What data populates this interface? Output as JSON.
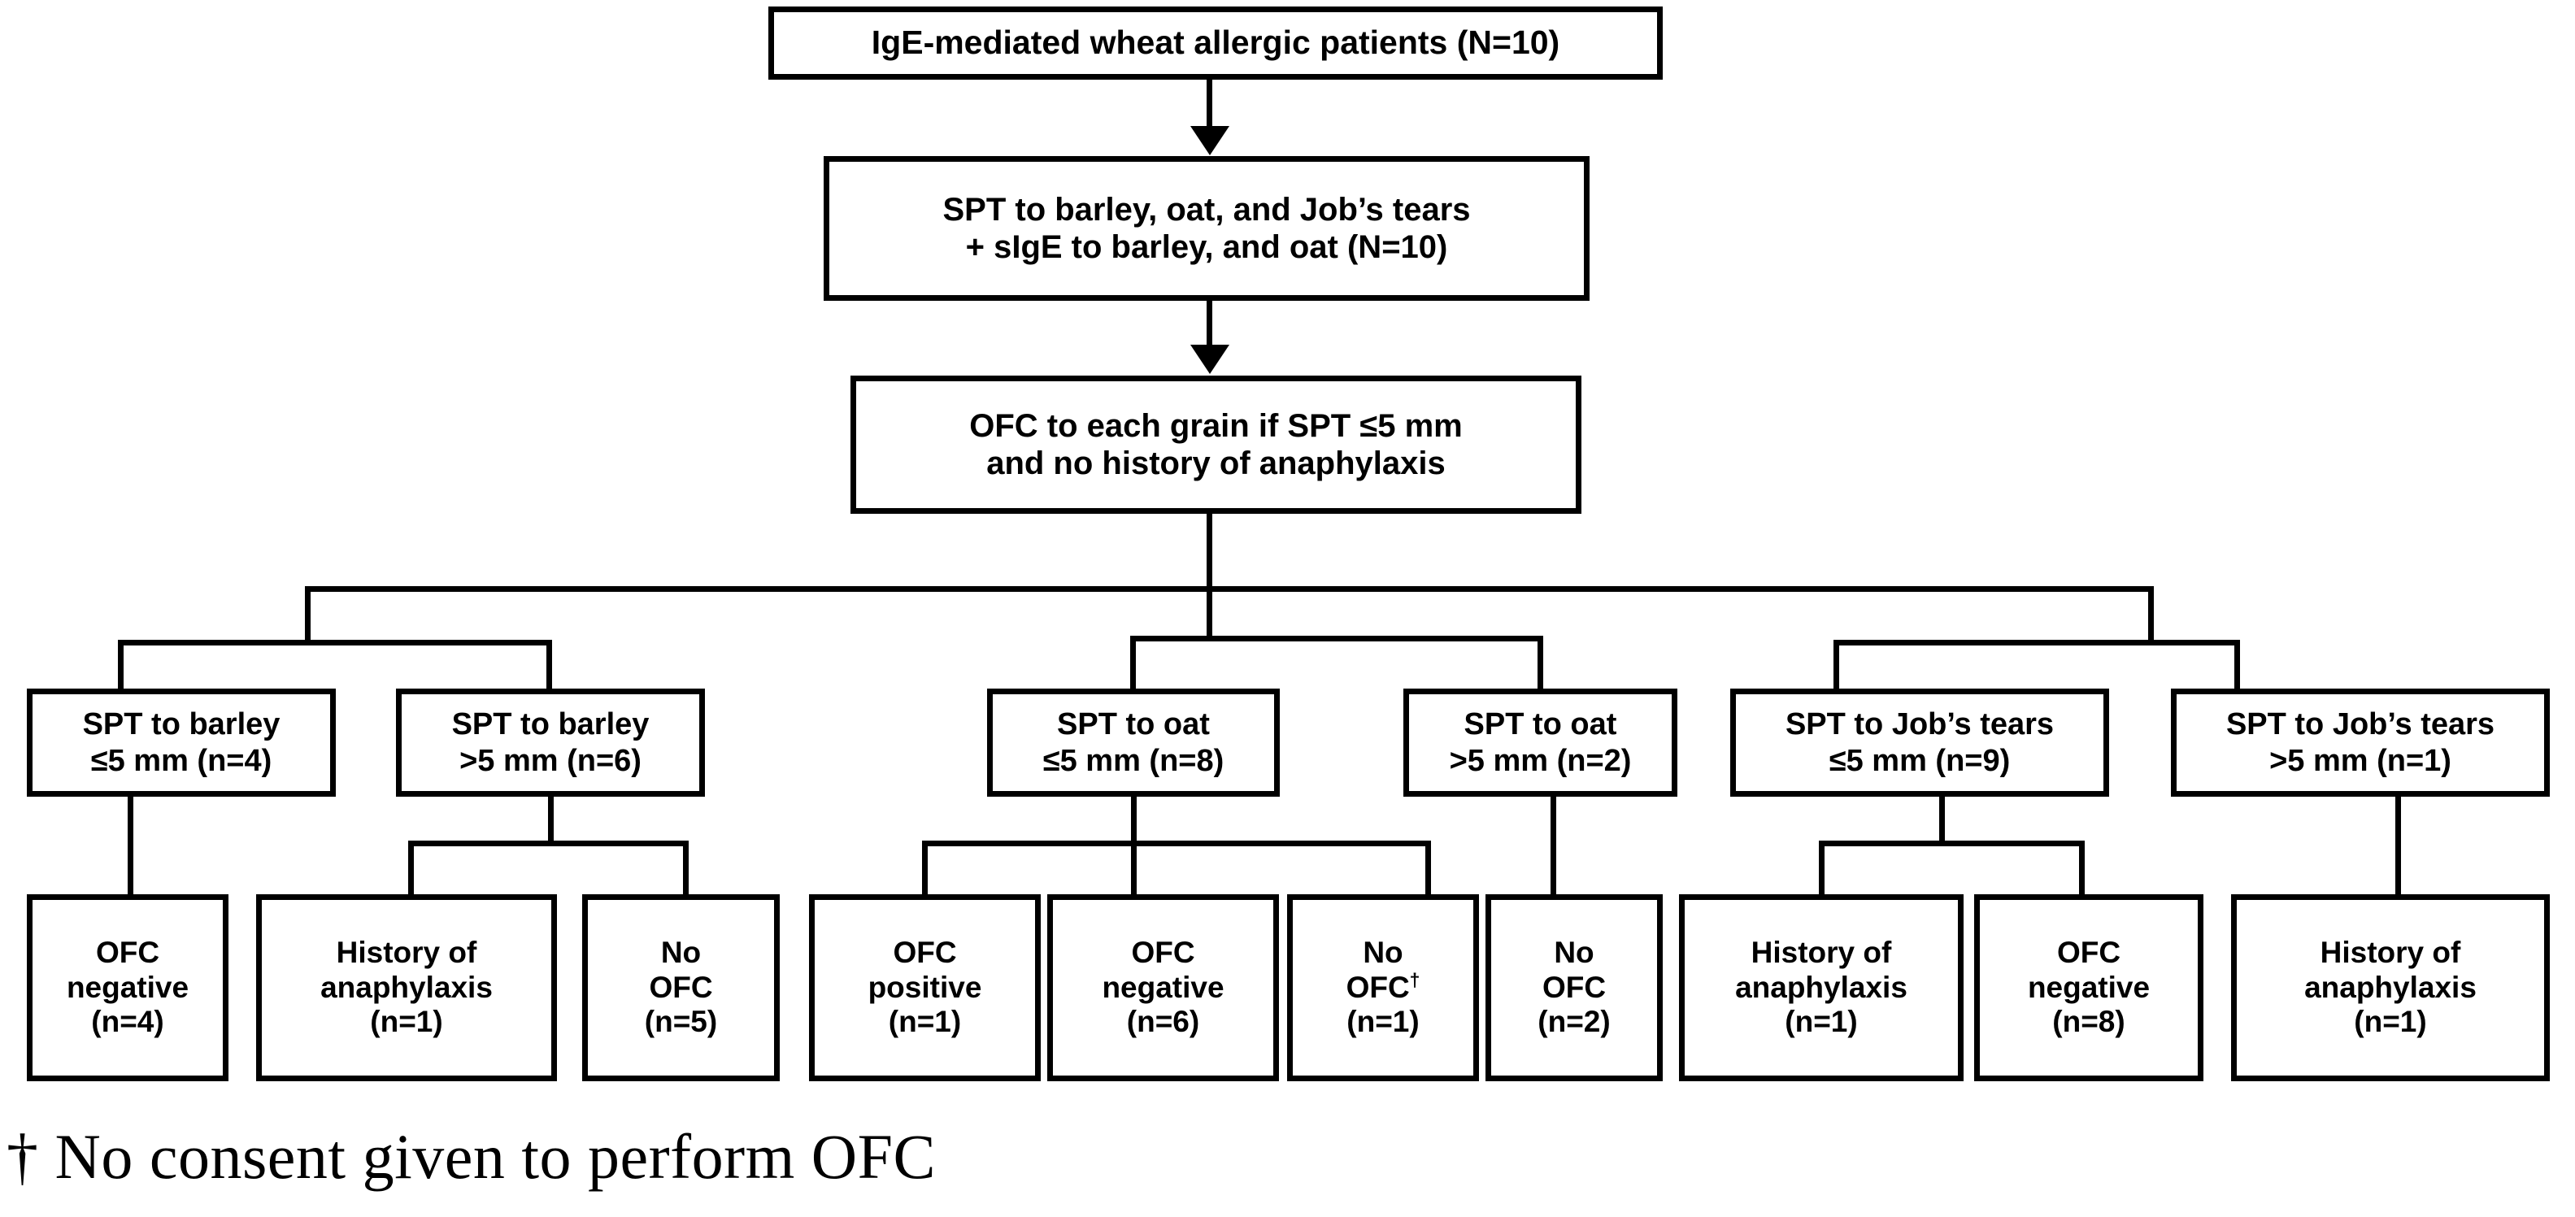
{
  "diagram": {
    "title_box": {
      "label": "IgE-mediated wheat allergic patients (N=10)"
    },
    "step2_box": {
      "line1": "SPT to barley, oat, and Job’s tears",
      "line2": "+ sIgE to barley, and oat (N=10)"
    },
    "step3_box": {
      "line1": "OFC to each grain if SPT ≤5 mm",
      "line2": "and no history of anaphylaxis"
    },
    "mid_boxes": [
      {
        "line1": "SPT to barley",
        "line2": "≤5 mm (n=4)"
      },
      {
        "line1": "SPT to barley",
        "line2": ">5 mm (n=6)"
      },
      {
        "line1": "SPT to oat",
        "line2": "≤5 mm (n=8)"
      },
      {
        "line1": "SPT to oat",
        "line2": ">5 mm (n=2)"
      },
      {
        "line1": "SPT to Job’s tears",
        "line2": "≤5 mm (n=9)"
      },
      {
        "line1": "SPT to Job’s tears",
        "line2": ">5 mm (n=1)"
      }
    ],
    "leaf_boxes": [
      {
        "line1": "OFC",
        "line2": "negative",
        "line3": "(n=4)",
        "dagger": false
      },
      {
        "line1": "History of",
        "line2": "anaphylaxis",
        "line3": "(n=1)",
        "dagger": false
      },
      {
        "line1": "No",
        "line2": "OFC",
        "line3": "(n=5)",
        "dagger": false
      },
      {
        "line1": "OFC",
        "line2": "positive",
        "line3": "(n=1)",
        "dagger": false
      },
      {
        "line1": "OFC",
        "line2": "negative",
        "line3": "(n=6)",
        "dagger": false
      },
      {
        "line1": "No",
        "line2": "OFC",
        "line3": "(n=1)",
        "dagger": true
      },
      {
        "line1": "No",
        "line2": "OFC",
        "line3": "(n=2)",
        "dagger": false
      },
      {
        "line1": "History of",
        "line2": "anaphylaxis",
        "line3": "(n=1)",
        "dagger": false
      },
      {
        "line1": "OFC",
        "line2": "negative",
        "line3": "(n=8)",
        "dagger": false
      },
      {
        "line1": "History of",
        "line2": "anaphylaxis",
        "line3": "(n=1)",
        "dagger": false
      }
    ],
    "footnote": {
      "marker": "†",
      "text": "No consent given to perform OFC"
    },
    "colors": {
      "stroke": "#000000",
      "fill": "#ffffff",
      "text": "#000000"
    }
  }
}
